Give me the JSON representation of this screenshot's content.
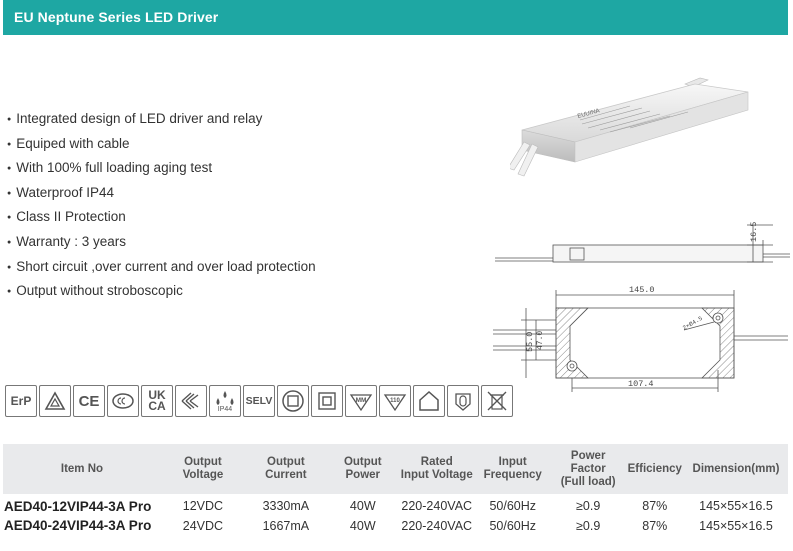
{
  "header": {
    "title": "EU Neptune Series LED Driver"
  },
  "features": [
    "Integrated design of LED driver and relay",
    "Equiped with cable",
    "With 100% full loading aging test",
    "Waterproof IP44",
    "Class II Protection",
    "Warranty : 3 years",
    "Short circuit ,over current and over load protection",
    "Output without stroboscopic"
  ],
  "drawing": {
    "height_dim": "16.5",
    "length_dim": "145.0",
    "width_dim": "55.0",
    "inner_dim": "47.0",
    "hole_spacing_dim": "107.4",
    "hole_label": "2×Ø4.5"
  },
  "certifications": {
    "erp": "ErP",
    "ce": "CE",
    "ukca_top": "UK",
    "ukca_bottom": "CA",
    "ip44": "IP44",
    "selv": "SELV",
    "icon_names": [
      "erp",
      "vde-triangle",
      "ce",
      "ccc",
      "ukca",
      "emc",
      "ip44",
      "selv",
      "class-ii-double-square",
      "class-ii-square",
      "mm-thermal",
      "temperature-110",
      "indoor-use",
      "fuse",
      "weee-bin"
    ]
  },
  "table": {
    "headers": {
      "item_no": "Item No",
      "output_voltage_1": "Output",
      "output_voltage_2": "Voltage",
      "output_current_1": "Output",
      "output_current_2": "Current",
      "output_power_1": "Output",
      "output_power_2": "Power",
      "rated_input_1": "Rated",
      "rated_input_2": "Input Voltage",
      "input_freq_1": "Input",
      "input_freq_2": "Frequency",
      "power_factor_1": "Power Factor",
      "power_factor_2": "(Full load)",
      "efficiency": "Efficiency",
      "dimension": "Dimension(mm)"
    },
    "rows": [
      {
        "model": "AED40-12VIP44-3A Pro",
        "voltage": "12VDC",
        "current": "3330mA",
        "power": "40W",
        "input_voltage": "220-240VAC",
        "frequency": "50/60Hz",
        "power_factor": "≥0.9",
        "efficiency": "87%",
        "dimension": "145×55×16.5"
      },
      {
        "model": "AED40-24VIP44-3A Pro",
        "voltage": "24VDC",
        "current": "1667mA",
        "power": "40W",
        "input_voltage": "220-240VAC",
        "frequency": "50/60Hz",
        "power_factor": "≥0.9",
        "efficiency": "87%",
        "dimension": "145×55×16.5"
      }
    ]
  }
}
